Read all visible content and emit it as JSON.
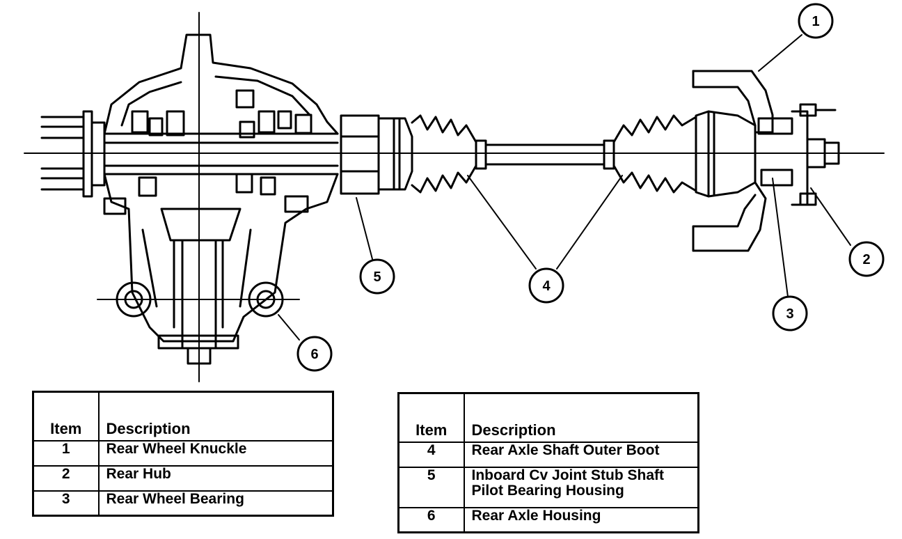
{
  "callouts": [
    "1",
    "2",
    "3",
    "4",
    "5",
    "6"
  ],
  "tables": [
    {
      "header_item": "Item",
      "header_desc": "Description",
      "rows": [
        {
          "item": "1",
          "desc": [
            "Rear Wheel Knuckle"
          ]
        },
        {
          "item": "2",
          "desc": [
            "Rear Hub"
          ]
        },
        {
          "item": "3",
          "desc": [
            "Rear Wheel Bearing"
          ]
        }
      ]
    },
    {
      "header_item": "Item",
      "header_desc": "Description",
      "rows": [
        {
          "item": "4",
          "desc": [
            "Rear Axle Shaft Outer Boot"
          ]
        },
        {
          "item": "5",
          "desc": [
            "Inboard Cv Joint Stub Shaft",
            "Pilot Bearing Housing"
          ]
        },
        {
          "item": "6",
          "desc": [
            "Rear Axle Housing"
          ]
        }
      ]
    }
  ]
}
